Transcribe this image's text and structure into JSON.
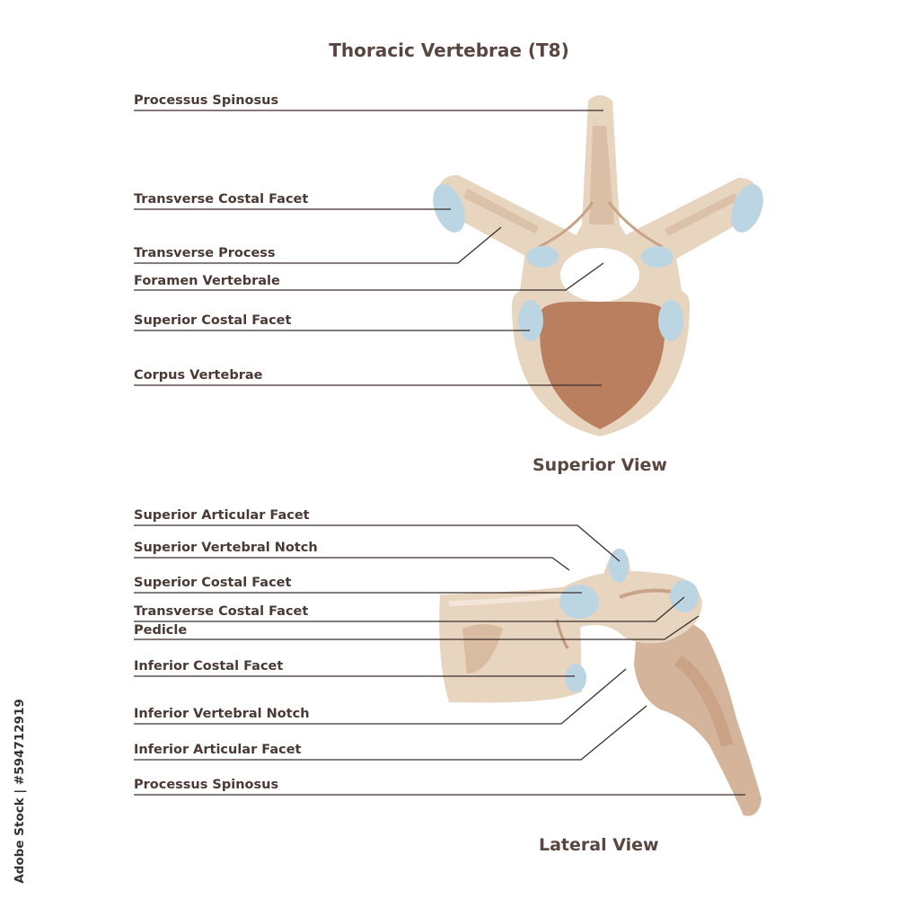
{
  "title": "Thoracic Vertebrae (T8)",
  "superior_view": {
    "caption": "Superior View",
    "labels": [
      "Processus Spinosus",
      "Transverse Costal Facet",
      "Transverse Process",
      "Foramen Vertebrale",
      "Superior Costal Facet",
      "Corpus Vertebrae"
    ]
  },
  "lateral_view": {
    "caption": "Lateral View",
    "labels": [
      "Superior Articular Facet",
      "Superior Vertebral Notch",
      "Superior Costal Facet",
      "Transverse Costal Facet",
      "Pedicle",
      "Inferior Costal Facet",
      "Inferior Vertebral Notch",
      "Inferior Articular Facet",
      "Processus Spinosus"
    ]
  },
  "stock_id": "Adobe Stock | #594712919",
  "colors": {
    "bone": "#e8d5c0",
    "bone_shade": "#d4b49a",
    "body_fill": "#b97f5f",
    "cartilage": "#bcd5e3",
    "leader": "#3a2e2b"
  }
}
